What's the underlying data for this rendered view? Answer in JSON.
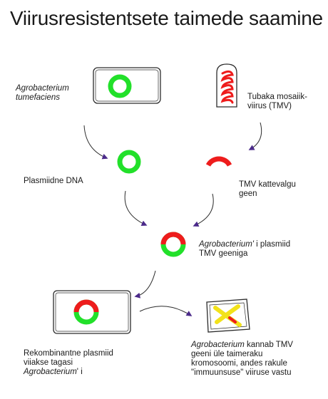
{
  "title": "Viirusresistentsete taimede saamine",
  "labels": {
    "agrobacterium_line1": "Agrobacterium",
    "agrobacterium_line2": "tumefaciens",
    "tmv_line1": "Tubaka mosaiik-",
    "tmv_line2": "viirus (TMV)",
    "plasmid_dna": "Plasmiidne DNA",
    "coat_gene_line1": "TMV kattevalgu",
    "coat_gene_line2": "geen",
    "recomb_plasmid_italic": "Agrobacterium'",
    "recomb_plasmid_suffix": " i plasmiid",
    "recomb_plasmid_line2": "TMV geeniga",
    "returned_line1": "Rekombinantne plasmiid",
    "returned_line2": "viiakse tagasi",
    "returned_line3_italic": "Agrobacterium",
    "returned_line3_suffix": "' i",
    "result_italic": "Agrobacterium",
    "result_line1_suffix": " kannab TMV",
    "result_line2": "geeni üle taimeraku",
    "result_line3": "kromosoomi, andes rakule",
    "result_line4": "\"immuunsuse\" viiruse vastu"
  },
  "colors": {
    "plasmid": "#22e02a",
    "tmv_gene": "#ee1c1c",
    "chromosome": "#f2e21a",
    "arrowhead": "#4b2a8a",
    "outline": "#2b2b2b"
  }
}
